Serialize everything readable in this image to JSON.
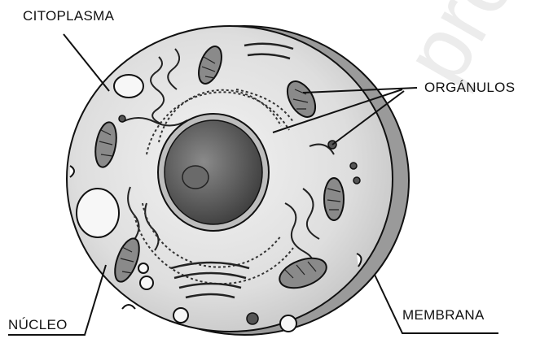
{
  "labels": {
    "citoplasma": "CITOPLASMA",
    "organulos": "ORGÁNULOS",
    "nucleo": "NÚCLEO",
    "membrana": "MEMBRANA"
  },
  "watermark": "proba",
  "colors": {
    "outline": "#111111",
    "cytoplasm": "#dcdcdc",
    "membrane_side": "#9a9a9a",
    "nucleus": "#5a5a5a",
    "organelle": "#7a7a7a"
  }
}
